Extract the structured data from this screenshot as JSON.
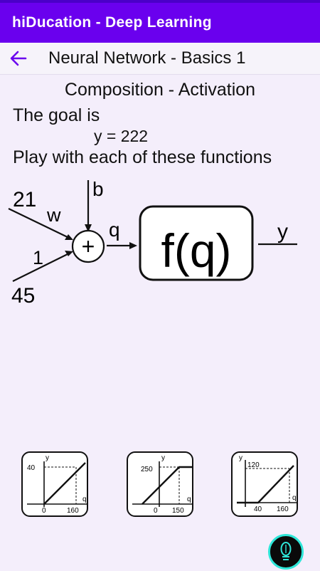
{
  "app": {
    "title": "hiDucation - Deep Learning"
  },
  "header": {
    "back_icon": "arrow-left-icon",
    "subtitle": "Neural Network - Basics 1"
  },
  "lesson": {
    "heading": "Composition - Activation",
    "goal_line": "The goal is",
    "goal_value": "y = 222",
    "instruction": "Play with each of these functions"
  },
  "diagram": {
    "input_x": "21",
    "weight_label": "w",
    "one_label": "1",
    "bias_value": "45",
    "bias_label": "b",
    "sum_symbol": "+",
    "q_label": "q",
    "function_label": "f(q)",
    "output_label": "y"
  },
  "functions": [
    {
      "name": "linear",
      "y_axis": "y",
      "x_axis": "q",
      "y_tick": "40",
      "x_zero": "0",
      "x_tick": "160"
    },
    {
      "name": "clipped",
      "y_axis": "y",
      "x_axis": "q",
      "y_tick": "250",
      "x_zero": "0",
      "x_tick": "150"
    },
    {
      "name": "relu",
      "y_axis": "y",
      "x_axis": "q",
      "y_tick": "120",
      "x_start": "40",
      "x_tick": "160"
    }
  ],
  "colors": {
    "appbar": "#6a00ee",
    "statusbar": "#4b00c8",
    "back_arrow": "#6a00ee",
    "background": "#f4eefb",
    "fab_ring": "#2ee6d8"
  },
  "fab": {
    "icon": "bulb-icon"
  }
}
